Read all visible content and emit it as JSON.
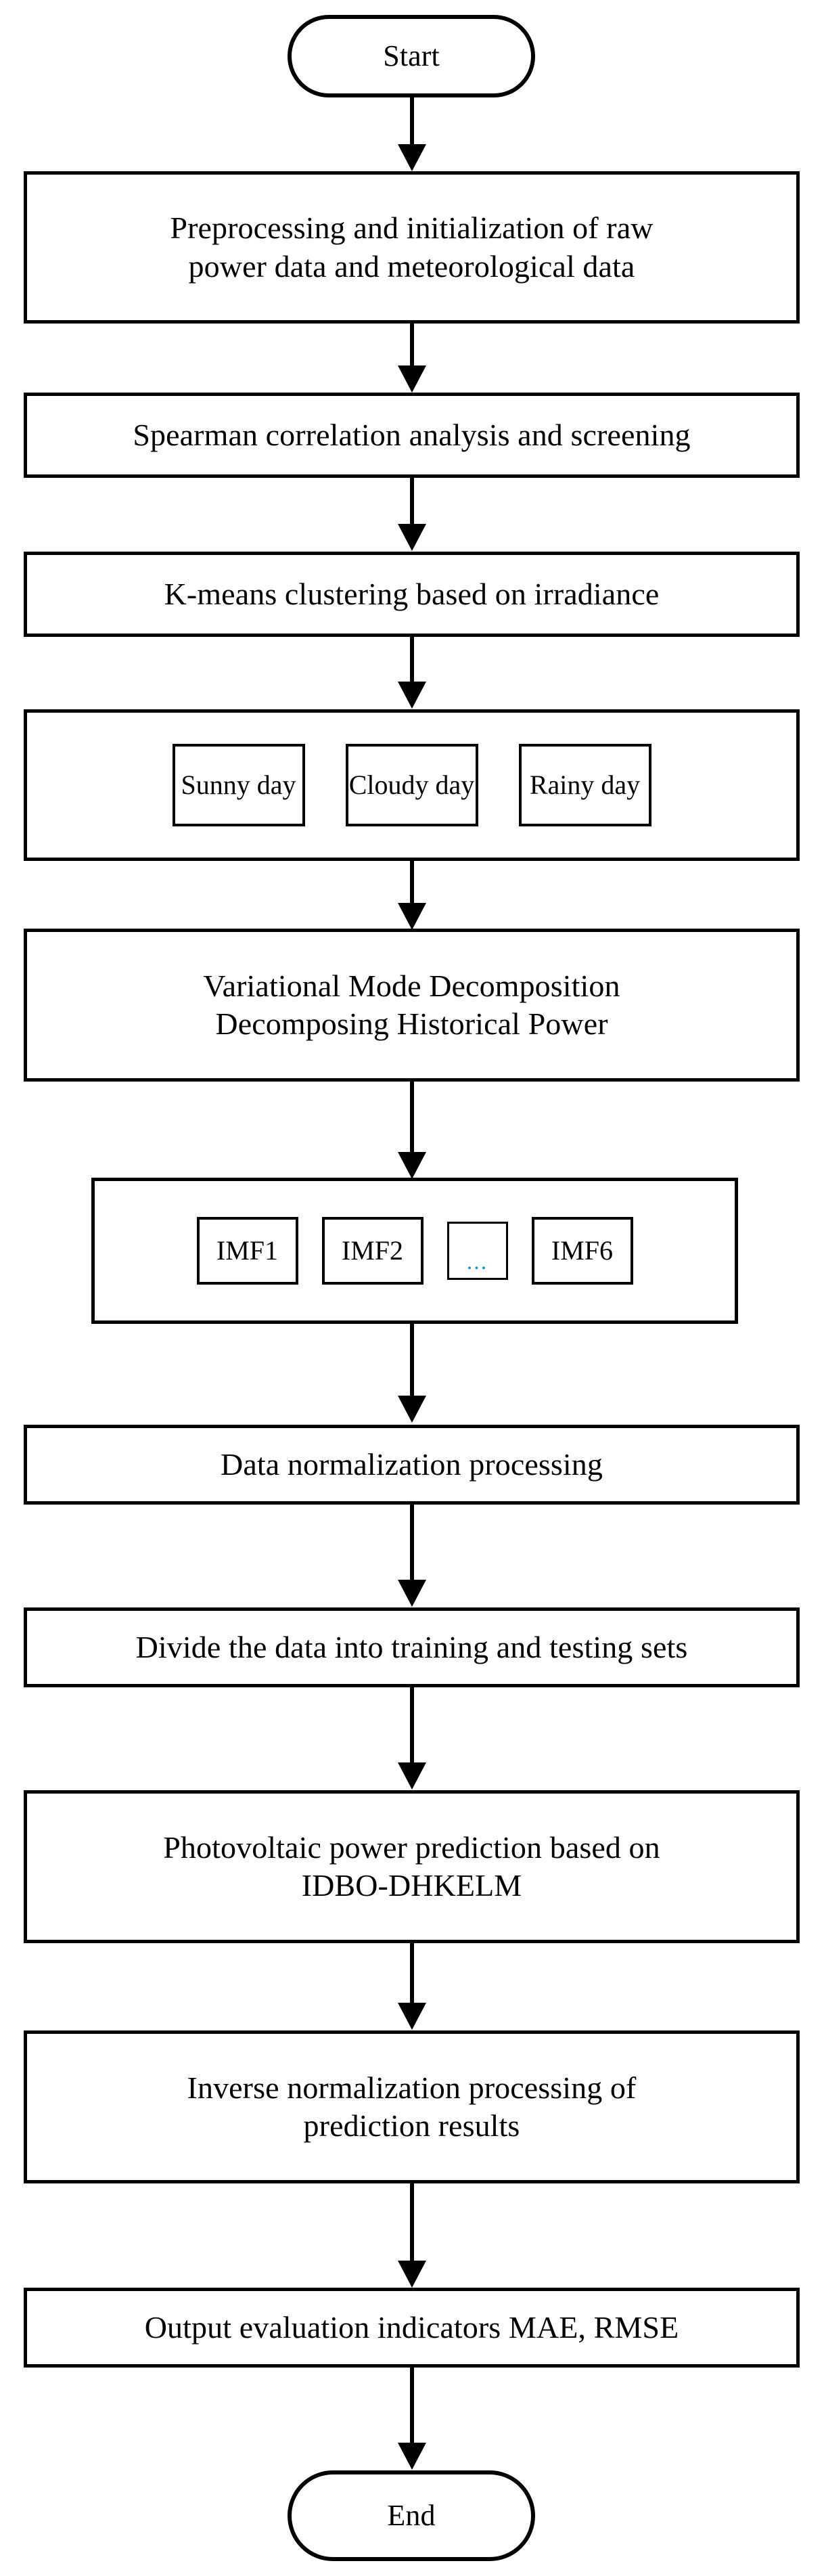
{
  "diagram": {
    "title": "Photovoltaic power prediction flowchart",
    "background_color": "#ffffff",
    "line_color": "#000000",
    "accent_color": "#1b8fd0",
    "nodes": {
      "start": {
        "label": "Start",
        "shape": "terminator"
      },
      "preprocessing": {
        "label": "Preprocessing and initialization of raw\npower data and meteorological data",
        "shape": "process"
      },
      "spearman": {
        "label": "Spearman correlation analysis and screening",
        "shape": "process"
      },
      "kmeans": {
        "label": "K-means clustering based on irradiance",
        "shape": "process"
      },
      "weather_group": {
        "shape": "group",
        "items": [
          {
            "label": "Sunny day"
          },
          {
            "label": "Cloudy day"
          },
          {
            "label": "Rainy day"
          }
        ]
      },
      "vmd": {
        "label": "Variational Mode Decomposition\nDecomposing Historical Power",
        "shape": "process"
      },
      "imf_group": {
        "shape": "group",
        "items": [
          {
            "label": "IMF1"
          },
          {
            "label": "IMF2"
          },
          {
            "label": "...",
            "accent": true
          },
          {
            "label": "IMF6"
          }
        ]
      },
      "normalization": {
        "label": "Data normalization processing",
        "shape": "process"
      },
      "split": {
        "label": "Divide the data into training and testing sets",
        "shape": "process"
      },
      "prediction": {
        "label": "Photovoltaic power prediction based on\nIDBO-DHKELM",
        "shape": "process"
      },
      "inverse_normalization": {
        "label": "Inverse normalization processing of\nprediction results",
        "shape": "process"
      },
      "evaluation": {
        "label": "Output evaluation indicators MAE, RMSE",
        "shape": "process"
      },
      "end": {
        "label": "End",
        "shape": "terminator"
      }
    }
  }
}
